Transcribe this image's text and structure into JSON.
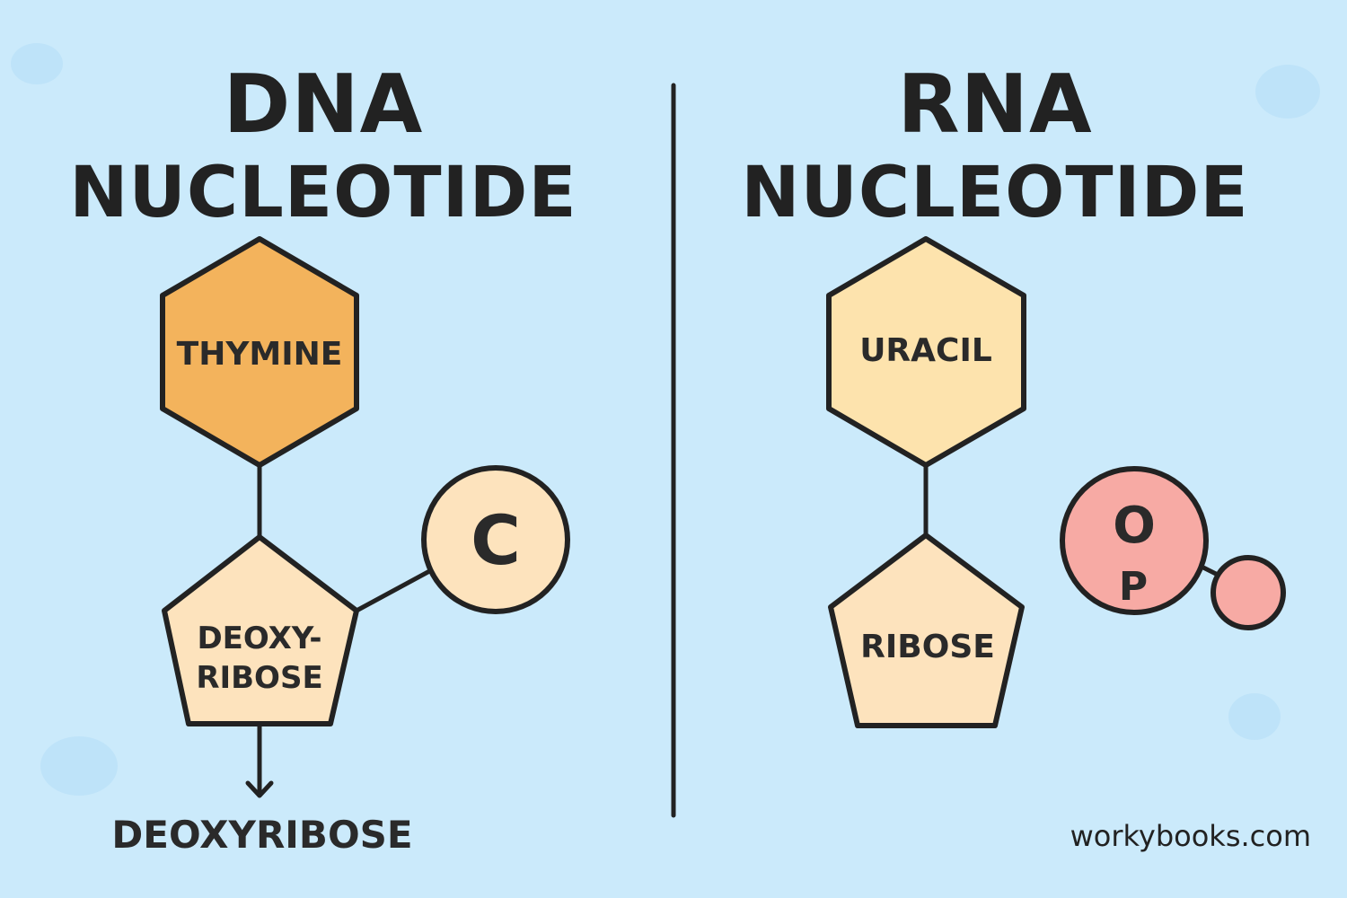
{
  "colors": {
    "background": "#cbeafb",
    "thymine_fill": "#f3b35c",
    "sugar_fill": "#fde3bd",
    "uracil_fill": "#fde3ad",
    "phosphate_fill": "#f7aaa4",
    "outline": "#222222"
  },
  "dna": {
    "title_line1": "DNA",
    "title_line2": "NUCLEOTIDE",
    "base_label": "THYMINE",
    "sugar_line1": "DEOXY-",
    "sugar_line2": "RIBOSE",
    "side_group_label": "C",
    "caption": "DEOXYRIBOSE"
  },
  "rna": {
    "title_line1": "RNA",
    "title_line2": "NUCLEOTIDE",
    "base_label": "URACIL",
    "sugar_label": "RIBOSE",
    "phosphate_top": "O",
    "phosphate_bottom": "P"
  },
  "footer": {
    "brand": "workybooks.com"
  }
}
